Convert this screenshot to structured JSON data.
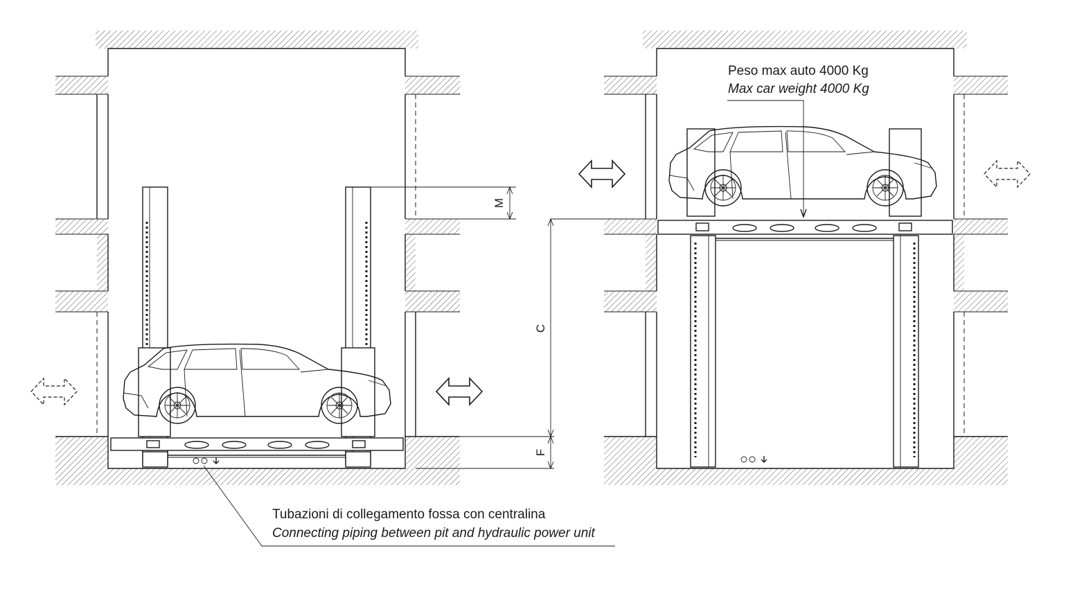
{
  "dimensions": {
    "m_label": "M",
    "c_label": "C",
    "f_label": "F"
  },
  "notes": {
    "weight_it": "Peso max auto 4000 Kg",
    "weight_en": "Max car weight 4000 Kg",
    "piping_it": "Tubazioni di collegamento fossa con centralina",
    "piping_en": "Connecting piping between pit and hydraulic power unit"
  },
  "colors": {
    "line": "#1a1a1a",
    "background": "#ffffff"
  },
  "icons": [
    "double-arrow-icon",
    "double-arrow-dashed-icon",
    "car-icon",
    "down-arrow-icon"
  ]
}
